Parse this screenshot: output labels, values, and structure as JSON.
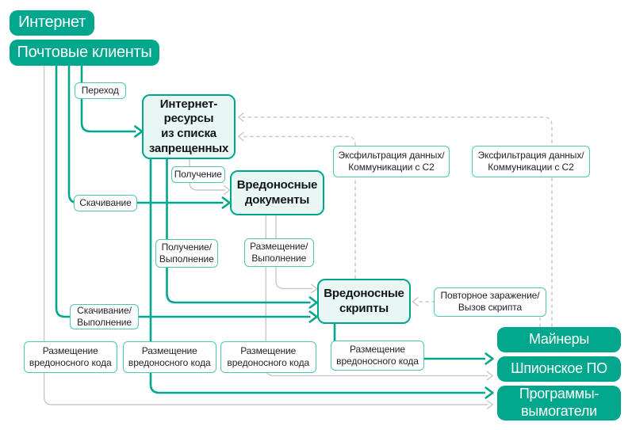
{
  "diagram": {
    "language": "ru",
    "colors": {
      "teal": "#00a78c",
      "mint": "#e8f7f3",
      "label-border": "#4cc8b0",
      "gray": "#c6c8cd",
      "ink": "#1e2126",
      "white": "#ffffff",
      "bg": "#ffffff"
    },
    "nodes": {
      "internet": {
        "label": "Интернет"
      },
      "mail_clients": {
        "label": "Почтовые клиенты"
      },
      "banned_resources": {
        "label": "Интернет-\nресурсы\nиз списка\nзапрещенных"
      },
      "malicious_documents": {
        "label": "Вредоносные\nдокументы"
      },
      "malicious_scripts": {
        "label": "Вредоносные\nскрипты"
      },
      "miners": {
        "label": "Майнеры"
      },
      "spyware": {
        "label": "Шпионское ПО"
      },
      "ransomware": {
        "label": "Программы-\nвымогатели"
      }
    },
    "edge_labels": {
      "transition": {
        "label": "Переход"
      },
      "download": {
        "label": "Скачивание"
      },
      "receive": {
        "label": "Получение"
      },
      "receive_execute": {
        "label": "Получение/\nВыполнение"
      },
      "place_execute": {
        "label": "Размещение/\nВыполнение"
      },
      "download_execute": {
        "label": "Скачивание/\nВыполнение"
      },
      "exfiltration_c2_left": {
        "label": "Эксфильтрация данных/\nКоммуникации с C2"
      },
      "exfiltration_c2_right": {
        "label": "Эксфильтрация данных/\nКоммуникации с C2"
      },
      "reinfection": {
        "label": "Повторное заражение/\nВызов скрипта"
      },
      "code_placement_1": {
        "label": "Размещение\nвредоносного кода"
      },
      "code_placement_2": {
        "label": "Размещение\nвредоносного кода"
      },
      "code_placement_3": {
        "label": "Размещение\nвредоносного кода"
      },
      "code_placement_4": {
        "label": "Размещение\nвредоносного кода"
      }
    }
  }
}
